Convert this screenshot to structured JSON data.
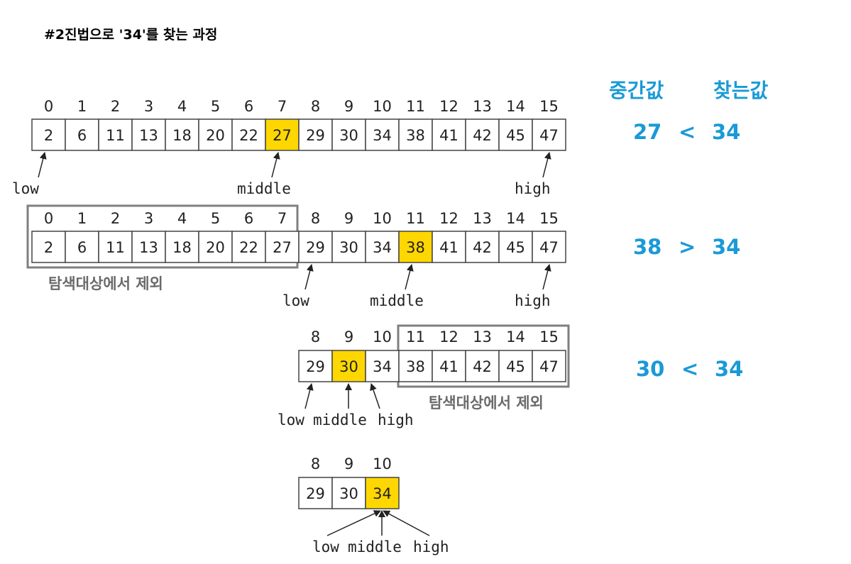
{
  "title": "#2진법으로 '34'를 찾는 과정",
  "headers": {
    "middle": "중간값",
    "target": "찾는값"
  },
  "pointer_labels": {
    "low": "low",
    "middle": "middle",
    "high": "high"
  },
  "excluded_label": "탐색대상에서 제외",
  "steps": [
    {
      "indices": [
        "0",
        "1",
        "2",
        "3",
        "4",
        "5",
        "6",
        "7",
        "8",
        "9",
        "10",
        "11",
        "12",
        "13",
        "14",
        "15"
      ],
      "values": [
        "2",
        "6",
        "11",
        "13",
        "18",
        "20",
        "22",
        "27",
        "29",
        "30",
        "34",
        "38",
        "41",
        "42",
        "45",
        "47"
      ],
      "highlight": 7,
      "low": 0,
      "middle": 7,
      "high": 15,
      "comparison": {
        "left": "27",
        "op": "<",
        "right": "34"
      }
    },
    {
      "indices": [
        "0",
        "1",
        "2",
        "3",
        "4",
        "5",
        "6",
        "7",
        "8",
        "9",
        "10",
        "11",
        "12",
        "13",
        "14",
        "15"
      ],
      "values": [
        "2",
        "6",
        "11",
        "13",
        "18",
        "20",
        "22",
        "27",
        "29",
        "30",
        "34",
        "38",
        "41",
        "42",
        "45",
        "47"
      ],
      "highlight": 11,
      "low": 8,
      "middle": 11,
      "high": 15,
      "excluded": [
        0,
        7
      ],
      "comparison": {
        "left": "38",
        "op": ">",
        "right": "34"
      }
    },
    {
      "indices": [
        "8",
        "9",
        "10",
        "11",
        "12",
        "13",
        "14",
        "15"
      ],
      "values": [
        "29",
        "30",
        "34",
        "38",
        "41",
        "42",
        "45",
        "47"
      ],
      "highlight": 9,
      "low": 8,
      "middle": 9,
      "high": 10,
      "excluded": [
        11,
        15
      ],
      "comparison": {
        "left": "30",
        "op": "<",
        "right": "34"
      }
    },
    {
      "indices": [
        "8",
        "9",
        "10"
      ],
      "values": [
        "29",
        "30",
        "34"
      ],
      "highlight": 10,
      "low": 10,
      "middle": 10,
      "high": 10
    }
  ],
  "colors": {
    "highlight": "#ffd700",
    "accent": "#1a9ad6",
    "excluded_box": "#7f7f7f",
    "excluded_text": "#6a6a6a"
  }
}
